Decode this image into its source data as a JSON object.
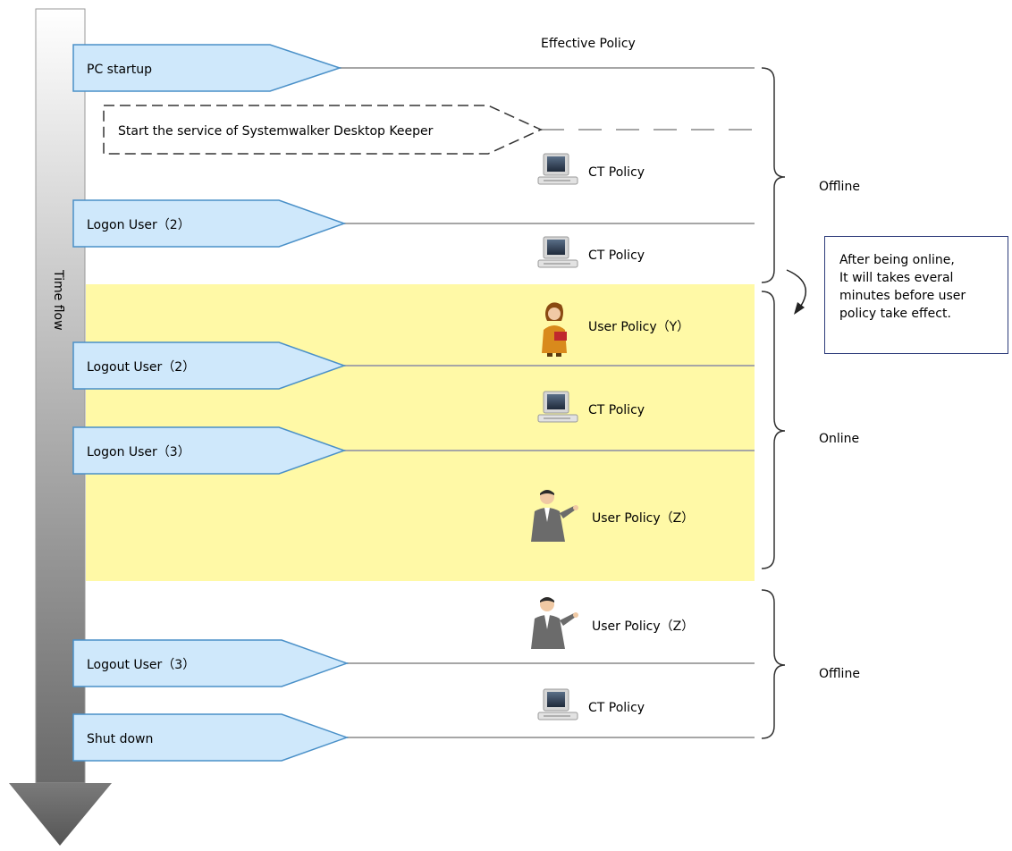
{
  "header": {
    "effective_policy": "Effective Policy"
  },
  "timeline": {
    "axis_label": "Time flow"
  },
  "events": [
    {
      "label": "PC startup",
      "style": "solid"
    },
    {
      "label": "Start the service of Systemwalker Desktop Keeper",
      "style": "dashed"
    },
    {
      "label": "Logon User（2）",
      "style": "solid"
    },
    {
      "label": "Logout User（2）",
      "style": "solid"
    },
    {
      "label": "Logon User（3）",
      "style": "solid"
    },
    {
      "label": "Logout User（3）",
      "style": "solid"
    },
    {
      "label": "Shut down",
      "style": "solid"
    }
  ],
  "policies": [
    {
      "icon": "computer-icon",
      "label": "CT Policy"
    },
    {
      "icon": "computer-icon",
      "label": "CT Policy"
    },
    {
      "icon": "woman-user-icon",
      "label": "User Policy（Y）"
    },
    {
      "icon": "computer-icon",
      "label": "CT Policy"
    },
    {
      "icon": "man-user-icon",
      "label": "User Policy（Z）"
    },
    {
      "icon": "man-user-icon",
      "label": "User Policy（Z）"
    },
    {
      "icon": "computer-icon",
      "label": "CT Policy"
    }
  ],
  "states": [
    {
      "label": "Offline"
    },
    {
      "label": "Online"
    },
    {
      "label": "Offline"
    }
  ],
  "note": {
    "lines": [
      "After being online,",
      "It will takes everal",
      "minutes before user",
      "policy take effect."
    ]
  },
  "colors": {
    "online_band": "#fff9a6",
    "event_fill": "#cfe8fb",
    "event_stroke": "#4a90c8",
    "line": "#a6a6a6",
    "note_border": "#2d3b7a"
  }
}
